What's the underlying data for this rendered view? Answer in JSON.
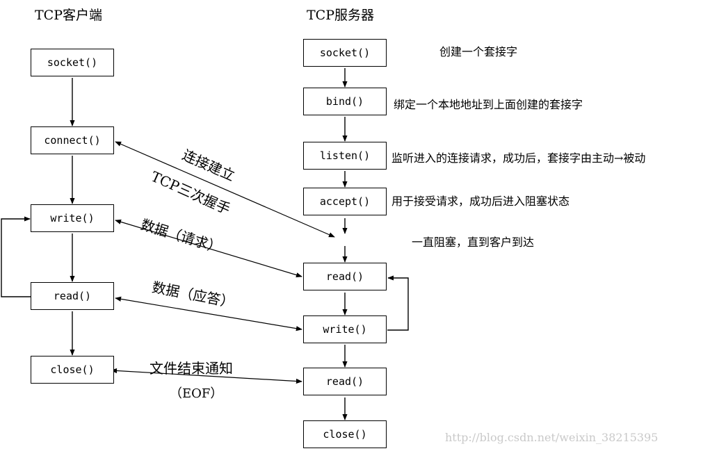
{
  "client": {
    "title": "TCP客户端",
    "steps": [
      "socket()",
      "connect()",
      "write()",
      "read()",
      "close()"
    ]
  },
  "server": {
    "title": "TCP服务器",
    "steps": [
      "socket()",
      "bind()",
      "listen()",
      "accept()",
      "read()",
      "write()",
      "read()",
      "close()"
    ]
  },
  "notes": {
    "socket": "创建一个套接字",
    "bind": "绑定一个本地地址到上面创建的套接字",
    "listen": "监听进入的连接请求，成功后，套接字由主动→被动",
    "accept": "用于接受请求，成功后进入阻塞状态",
    "block": "一直阻塞，直到客户到达"
  },
  "arrows": {
    "connect_line1": "连接建立",
    "connect_line2": "TCP三次握手",
    "request": "数据（请求）",
    "response": "数据（应答）",
    "eof_line1": "文件结束通知",
    "eof_line2": "（EOF）"
  },
  "watermark": "http://blog.csdn.net/weixin_38215395"
}
